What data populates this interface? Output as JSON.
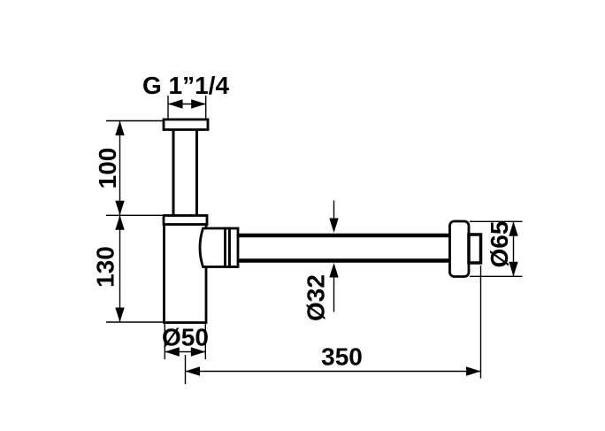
{
  "diagram": {
    "type": "technical-drawing",
    "subject": "bottle trap siphon, side elevation with dimensions",
    "colors": {
      "line": "#000000",
      "background": "#ffffff"
    },
    "labels": {
      "thread_size": "G 1”1/4",
      "inlet_tube_height": "100",
      "body_height": "130",
      "body_diameter": "Ø50",
      "outlet_pipe_diameter": "Ø32",
      "wall_flange_diameter": "Ø65",
      "outlet_pipe_length": "350"
    }
  }
}
